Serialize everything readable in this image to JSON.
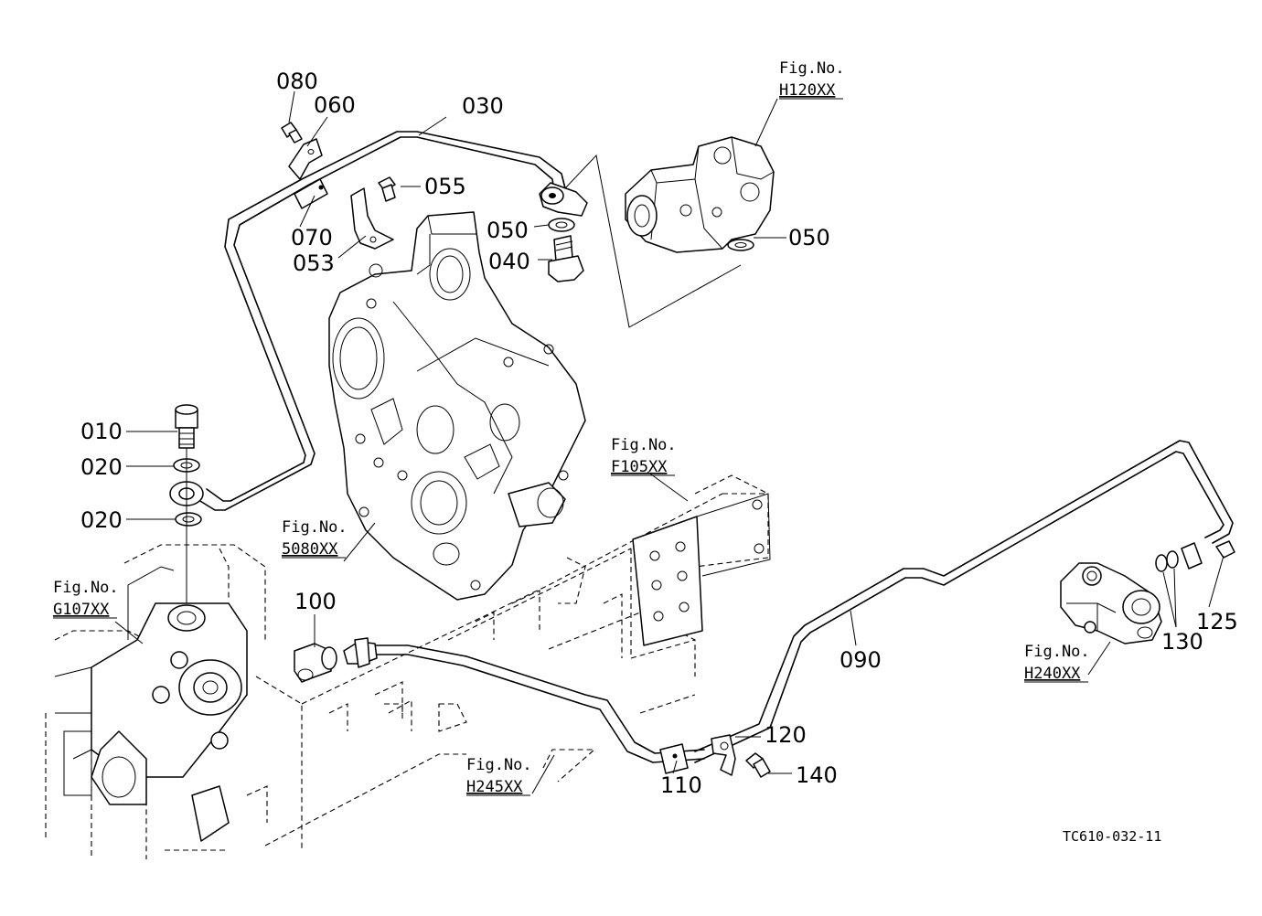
{
  "drawing_code": "TC610-032-11",
  "part_numbers": {
    "p010": "010",
    "p020a": "020",
    "p020b": "020",
    "p030": "030",
    "p040": "040",
    "p050a": "050",
    "p050b": "050",
    "p053": "053",
    "p055": "055",
    "p060": "060",
    "p070": "070",
    "p080": "080",
    "p090": "090",
    "p100": "100",
    "p110": "110",
    "p120": "120",
    "p125": "125",
    "p130": "130",
    "p140": "140"
  },
  "figure_refs": {
    "h120": {
      "label": "Fig.No.",
      "code": "H120XX"
    },
    "f105": {
      "label": "Fig.No.",
      "code": "F105XX"
    },
    "s5080": {
      "label": "Fig.No.",
      "code": "5080XX"
    },
    "g107": {
      "label": "Fig.No.",
      "code": "G107XX"
    },
    "h245": {
      "label": "Fig.No.",
      "code": "H245XX"
    },
    "h240": {
      "label": "Fig.No.",
      "code": "H240XX"
    }
  }
}
